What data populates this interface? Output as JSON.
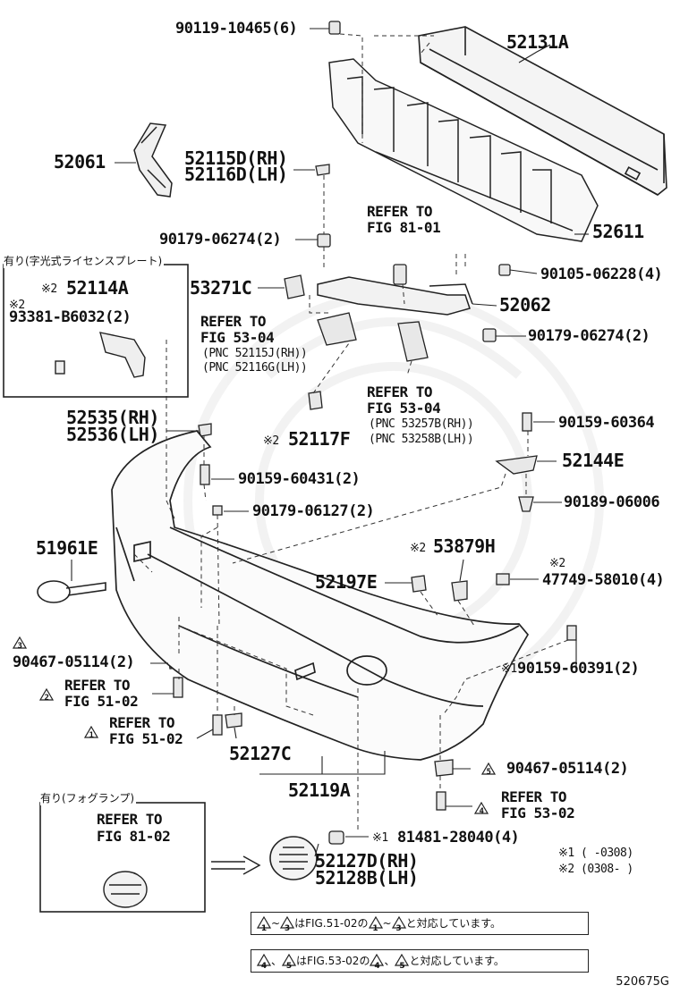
{
  "parts": {
    "p_9011910465": "90119-10465(6)",
    "p_52131a": "52131A",
    "p_52061": "52061",
    "p_52115d": "52115D(RH)",
    "p_52116d": "52116D(LH)",
    "p_refer_8101": [
      "REFER TO",
      "FIG 81-01"
    ],
    "p_9017906274a": "90179-06274(2)",
    "p_52611": "52611",
    "p_9010506228": "90105-06228(4)",
    "p_53271c": "53271C",
    "p_52062": "52062",
    "p_refer_5304a": [
      "REFER TO",
      "FIG 53-04",
      "(PNC 52115J(RH))",
      "(PNC 52116G(LH))"
    ],
    "p_9017906274b": "90179-06274(2)",
    "p_refer_5304b": [
      "REFER TO",
      "FIG 53-04",
      "(PNC 53257B(RH))",
      "(PNC 53258B(LH))"
    ],
    "p_52535": "52535(RH)",
    "p_52536": "52536(LH)",
    "p_52117f_mark": "※2",
    "p_52117f": "52117F",
    "p_9015960364": "90159-60364",
    "p_52144e": "52144E",
    "p_9015960431": "90159-60431(2)",
    "p_9018906006": "90189-06006",
    "p_9017906127": "90179-06127(2)",
    "p_51961e": "51961E",
    "p_53879h_mark": "※2",
    "p_53879h": "53879H",
    "p_52197e": "52197E",
    "p_4774958010_mark": "※2",
    "p_4774958010": "47749-58010(4)",
    "p_9046705114a_tri": "3",
    "p_9046705114a": "90467-05114(2)",
    "p_9015960391_mark": "※1",
    "p_9015960391": "90159-60391(2)",
    "p_refer_5102a_tri": "2",
    "p_refer_5102a": [
      "REFER TO",
      "FIG 51-02"
    ],
    "p_refer_5102b_tri": "1",
    "p_refer_5102b": [
      "REFER TO",
      "FIG 51-02"
    ],
    "p_52127c": "52127C",
    "p_9046705114b_tri": "5",
    "p_9046705114b": "90467-05114(2)",
    "p_52119a": "52119A",
    "p_refer_5302_tri": "4",
    "p_refer_5302": [
      "REFER TO",
      "FIG 53-02"
    ],
    "p_8148128040_mark": "※1",
    "p_8148128040": "81481-28040(4)",
    "p_52127d": "52127D(RH)",
    "p_52128b": "52128B(LH)"
  },
  "license_box": {
    "caption": "有り(字光式ライセンスプレート)",
    "mark_2": "※2",
    "part_52114a": "52114A",
    "mark_b": "※2",
    "part_93381": "93381-B6032(2)"
  },
  "fog_box": {
    "caption": "有り(フォグランプ)",
    "refer": [
      "REFER TO",
      "FIG 81-02"
    ]
  },
  "legend": {
    "row1": "※1 (      -0308)",
    "row2": "※2 (0308-     )"
  },
  "notes": {
    "note1_a": "1",
    "note1_b": "3",
    "note1_text": "はFIG.51-02の",
    "note1_c": "1",
    "note1_d": "3",
    "note1_end": "と対応しています。",
    "note2_a": "4",
    "note2_b": "5",
    "note2_text": "はFIG.53-02の",
    "note2_c": "4",
    "note2_d": "5",
    "note2_end": "と対応しています。"
  },
  "diagram_code": "520675G"
}
